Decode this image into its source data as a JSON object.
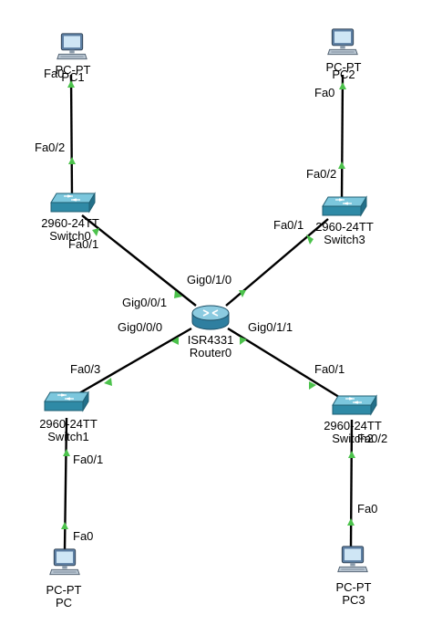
{
  "devices": {
    "pc1": {
      "model": "PC-PT",
      "name": "PC1"
    },
    "pc2": {
      "model": "PC-PT",
      "name": "PC2"
    },
    "switch0": {
      "model": "2960-24TT",
      "name": "Switch0"
    },
    "switch3": {
      "model": "2960-24TT",
      "name": "Switch3"
    },
    "router0": {
      "model": "ISR4331",
      "name": "Router0"
    },
    "switch1": {
      "model": "2960-24TT",
      "name": "Switch1"
    },
    "switch2": {
      "model": "2960-24TT",
      "name": "Switch2"
    },
    "pc": {
      "model": "PC-PT",
      "name": "PC"
    },
    "pc3": {
      "model": "PC-PT",
      "name": "PC3"
    }
  },
  "ports": {
    "pc1_fa0": "Fa0",
    "sw0_fa02": "Fa0/2",
    "sw0_fa01": "Fa0/1",
    "pc2_fa0": "Fa0",
    "sw3_fa02": "Fa0/2",
    "sw3_fa01": "Fa0/1",
    "r_gig001": "Gig0/0/1",
    "r_gig010": "Gig0/1/0",
    "r_gig000": "Gig0/0/0",
    "r_gig011": "Gig0/1/1",
    "sw1_fa03": "Fa0/3",
    "sw1_fa01": "Fa0/1",
    "pc_fa0": "Fa0",
    "sw2_fa01": "Fa0/1",
    "sw2_fa02": "Fa0/2",
    "pc3_fa0": "Fa0"
  },
  "colors": {
    "link": "#000000",
    "port_up": "#4cc24c",
    "switch_body": "#3a9bb5",
    "router_body": "#4a93b0",
    "pc_monitor": "#6f8fb0"
  },
  "icons": {
    "pc": "pc-icon",
    "switch": "switch-icon",
    "router": "router-icon"
  }
}
